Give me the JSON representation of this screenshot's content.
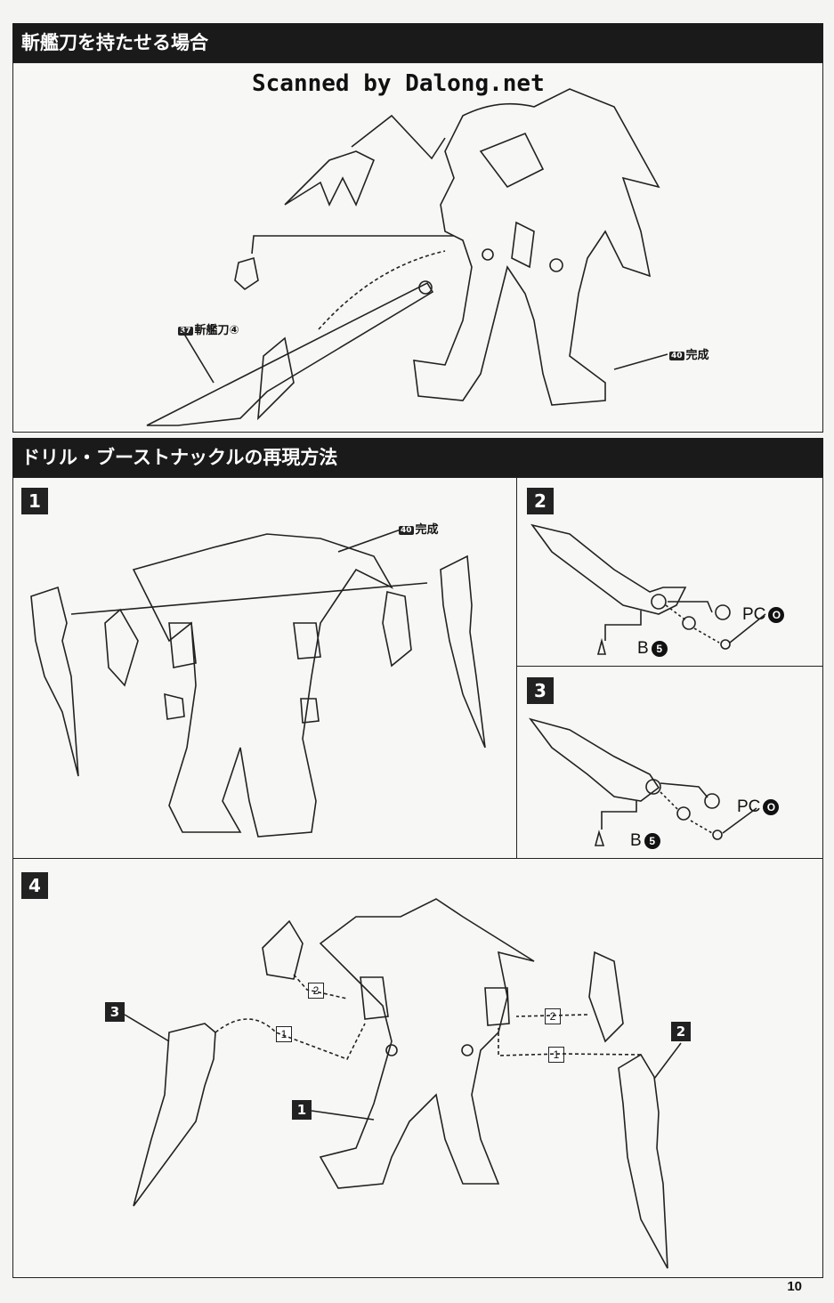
{
  "sections": {
    "top_title": "斬艦刀を持たせる場合",
    "mid_title": "ドリル・ブーストナックルの再現方法"
  },
  "watermark": "Scanned by Dalong.net",
  "top_panel": {
    "sword_label_num": "37",
    "sword_label": "斬艦刀④",
    "complete_num": "40",
    "complete_label": "完成"
  },
  "steps": {
    "s1": "1",
    "s2": "2",
    "s3": "3",
    "s4": "4",
    "s1_complete_num": "40",
    "s1_complete": "完成",
    "s2_pc": "PC",
    "s2_pc_part": "O",
    "s2_b": "B",
    "s2_b_part": "5",
    "s3_pc": "PC",
    "s3_pc_part": "O",
    "s3_b": "B",
    "s3_b_part": "5",
    "s4_box1": "1",
    "s4_box2": "2",
    "s4_box3": "3",
    "s4_ref_a": "2",
    "s4_ref_b": "1",
    "s4_ref_c": "2",
    "s4_ref_d": "1"
  },
  "page_number": "10"
}
